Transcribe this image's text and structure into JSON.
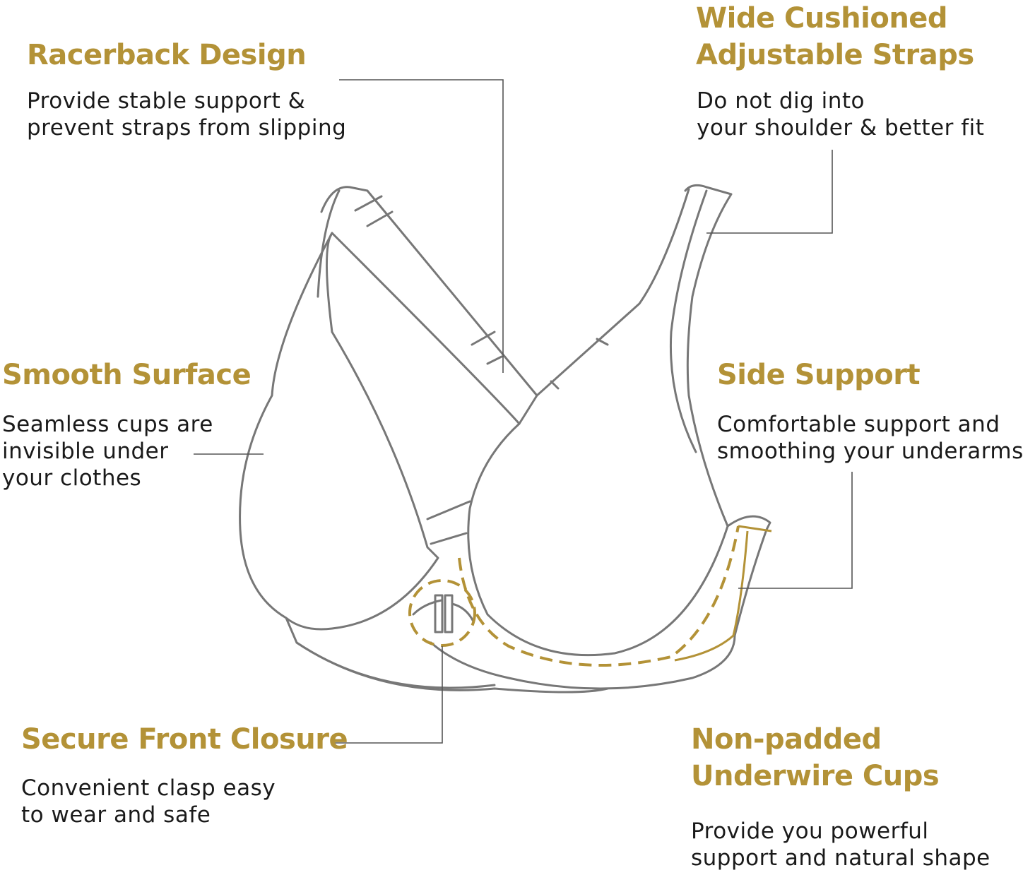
{
  "colors": {
    "accent": "#b39237",
    "text": "#1a1a1a",
    "outline": "#777777"
  },
  "features": {
    "racerback": {
      "title": [
        "Racerback Design"
      ],
      "desc": [
        "Provide stable support &",
        "prevent straps from slipping"
      ]
    },
    "straps": {
      "title": [
        "Wide Cushioned",
        "Adjustable Straps"
      ],
      "desc": [
        "Do not dig into",
        "your shoulder & better fit"
      ]
    },
    "smooth": {
      "title": [
        "Smooth Surface"
      ],
      "desc": [
        "Seamless cups are",
        "invisible under",
        "your clothes"
      ]
    },
    "side": {
      "title": [
        "Side Support"
      ],
      "desc": [
        "Comfortable support and",
        "smoothing your underarms"
      ]
    },
    "closure": {
      "title": [
        "Secure Front Closure"
      ],
      "desc": [
        "Convenient clasp easy",
        "to wear and safe"
      ]
    },
    "underwire": {
      "title": [
        "Non-padded",
        "Underwire Cups"
      ],
      "desc": [
        "Provide you powerful",
        "support and natural shape"
      ]
    }
  }
}
